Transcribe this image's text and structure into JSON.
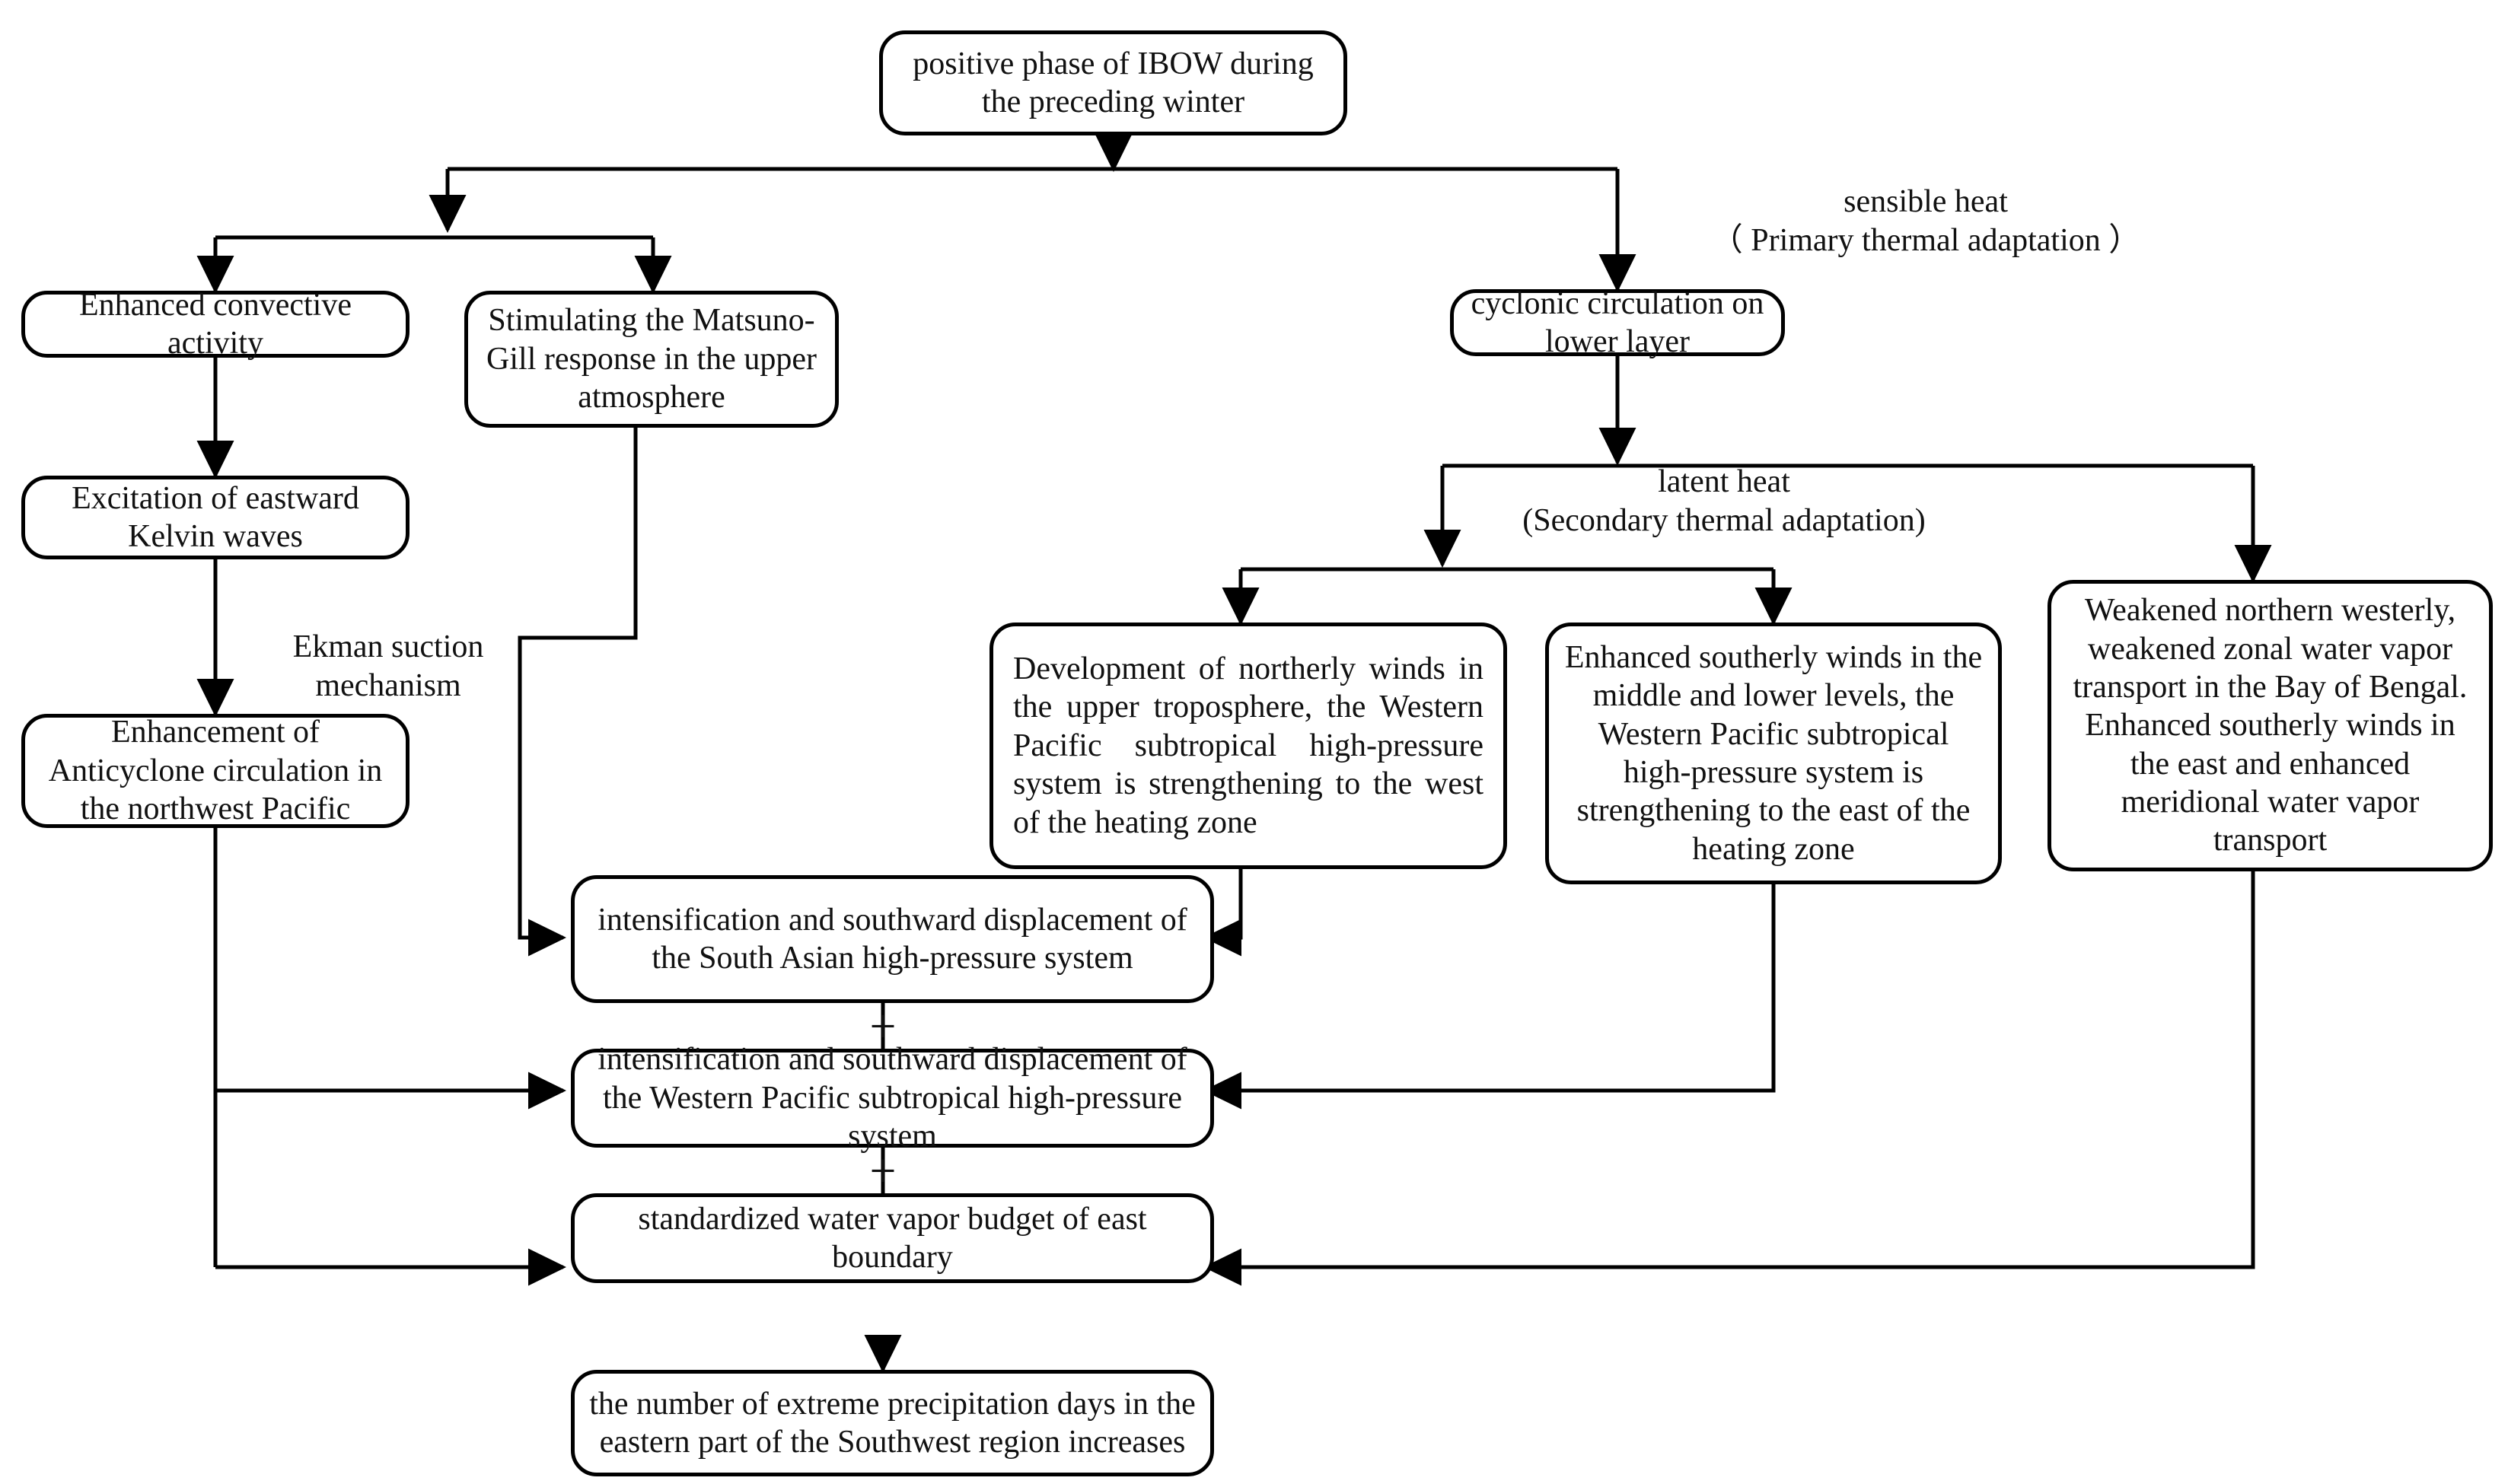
{
  "diagram": {
    "title_node": "positive phase of IBOW\nduring the preceding winter",
    "nodes": {
      "ibow": "positive phase of IBOW during the preceding winter",
      "convective": "Enhanced convective activity",
      "matsuno": "Stimulating the Matsuno-Gill response in the upper atmosphere",
      "kelvin": "Excitation of eastward Kelvin waves",
      "anticyclone": "Enhancement of Anticyclone circulation in the northwest Pacific",
      "cyclonic": "cyclonic circulation on lower layer",
      "northerly": "Development of northerly winds in the upper troposphere, the Western Pacific subtropical high-pressure system is strengthening to the west of the heating zone",
      "southerly": "Enhanced southerly winds in the middle and lower levels, the Western Pacific subtropical high-pressure system is strengthening to the east of the heating zone",
      "bengal": "Weakened northern westerly, weakened zonal water vapor transport in the Bay of Bengal. Enhanced southerly winds in the east and enhanced meridional water vapor transport",
      "south_asian_high": "intensification and southward displacement of the South Asian high-pressure system",
      "wpsh": "intensification and southward displacement of the Western Pacific subtropical high-pressure system",
      "budget": "standardized water vapor budget of east boundary",
      "precip": "the number of extreme precipitation days in the eastern part of the Southwest region increases"
    },
    "edge_labels": {
      "sensible_heat": "sensible heat\n（ Primary thermal adaptation ）",
      "ekman": "Ekman suction\nmechanism",
      "latent_heat": "latent heat\n(Secondary thermal adaptation)"
    },
    "connectors": {
      "plus_upper": "+",
      "plus_lower": "+"
    },
    "colors": {
      "line": "#000000",
      "box_border": "#000000",
      "box_fill": "#ffffff",
      "text": "#111111"
    }
  }
}
